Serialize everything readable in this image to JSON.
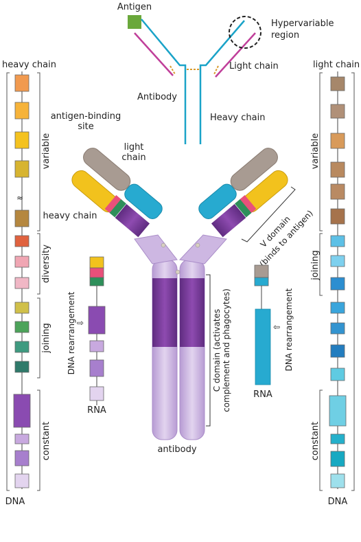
{
  "top_diagram": {
    "antigen_label": "Antigen",
    "hypervariable_label_1": "Hypervariable",
    "hypervariable_label_2": "region",
    "light_chain_label": "Light chain",
    "antibody_label": "Antibody",
    "heavy_chain_label": "Heavy chain"
  },
  "left_panel": {
    "header": "heavy chain",
    "brackets": [
      "variable",
      "diversity",
      "joining",
      "constant"
    ],
    "footer": "DNA"
  },
  "right_panel": {
    "header": "light chain",
    "brackets": [
      "variable",
      "joining",
      "constant"
    ],
    "footer": "DNA"
  },
  "center": {
    "antigen_binding_1": "antigen-binding",
    "antigen_binding_2": "site",
    "light_chain_1": "light",
    "light_chain_2": "chain",
    "heavy_chain": "heavy chain",
    "v_domain_1": "V domain",
    "v_domain_2": "(binds to antigen)",
    "c_domain_1": "C domain (activates",
    "c_domain_2": "complement and phagocytes)",
    "antibody": "antibody"
  },
  "heavy_rearrangement": {
    "label": "DNA rearrangement",
    "rna_label": "RNA"
  },
  "light_rearrangement": {
    "label": "DNA rearrangement",
    "rna_label": "RNA"
  },
  "colors": {
    "heavy_outline": "#1aa3c8",
    "light_outline": "#c03f9a",
    "antigen": "#6aa83b",
    "disulfide": "#d99a2b",
    "purple_dark": "#7b3a9a",
    "purple_light": "#cbb4de",
    "cyan": "#27aad0",
    "taupe": "#a89b92",
    "yellow": "#f2c21d"
  }
}
